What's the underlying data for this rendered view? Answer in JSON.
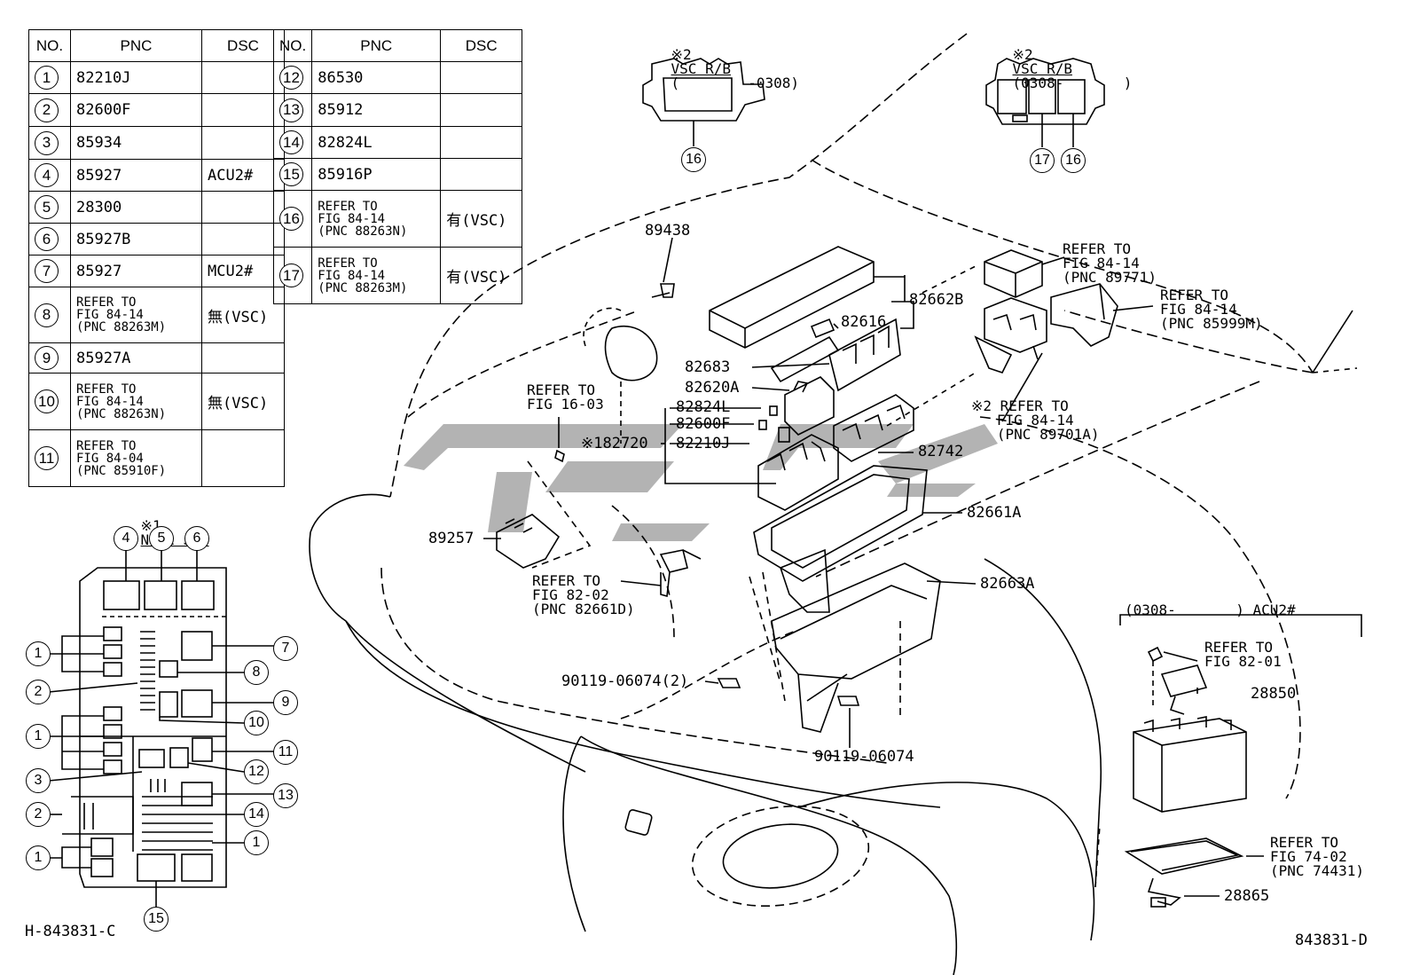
{
  "table_left": {
    "headers": [
      "NO.",
      "PNC",
      "DSC"
    ],
    "rows": [
      {
        "no": "1",
        "pnc": "82210J",
        "dsc": ""
      },
      {
        "no": "2",
        "pnc": "82600F",
        "dsc": ""
      },
      {
        "no": "3",
        "pnc": "85934",
        "dsc": ""
      },
      {
        "no": "4",
        "pnc": "85927",
        "dsc": "ACU2#"
      },
      {
        "no": "5",
        "pnc": "28300",
        "dsc": ""
      },
      {
        "no": "6",
        "pnc": "85927B",
        "dsc": ""
      },
      {
        "no": "7",
        "pnc": "85927",
        "dsc": "MCU2#"
      },
      {
        "no": "8",
        "pnc": "REFER TO\nFIG 84-14\n(PNC 88263M)",
        "dsc": "無(VSC)"
      },
      {
        "no": "9",
        "pnc": "85927A",
        "dsc": ""
      },
      {
        "no": "10",
        "pnc": "REFER TO\nFIG 84-14\n(PNC 88263N)",
        "dsc": "無(VSC)"
      },
      {
        "no": "11",
        "pnc": "REFER TO\nFIG 84-04\n(PNC 85910F)",
        "dsc": ""
      }
    ]
  },
  "table_right": {
    "headers": [
      "NO.",
      "PNC",
      "DSC"
    ],
    "rows": [
      {
        "no": "12",
        "pnc": "86530",
        "dsc": ""
      },
      {
        "no": "13",
        "pnc": "85912",
        "dsc": ""
      },
      {
        "no": "14",
        "pnc": "82824L",
        "dsc": ""
      },
      {
        "no": "15",
        "pnc": "85916P",
        "dsc": ""
      },
      {
        "no": "16",
        "pnc": "REFER TO\nFIG 84-14\n(PNC 88263N)",
        "dsc": "有(VSC)"
      },
      {
        "no": "17",
        "pnc": "REFER TO\nFIG 84-14\n(PNC 88263M)",
        "dsc": "有(VSC)"
      }
    ]
  },
  "jb_title_mark": "※1",
  "jb_title": "NO.2 J/B",
  "vsc1": {
    "mark": "※2",
    "name": "VSC R/B",
    "range": "(        -0308)",
    "callouts": [
      "16"
    ]
  },
  "vsc2": {
    "mark": "※2",
    "name": "VSC R/B",
    "range": "(0308-       )",
    "callouts": [
      "17",
      "16"
    ]
  },
  "jb_callouts": [
    "4",
    "5",
    "6",
    "7",
    "1",
    "8",
    "2",
    "9",
    "10",
    "1",
    "11",
    "3",
    "12",
    "13",
    "2",
    "14",
    "1",
    "1",
    "15"
  ],
  "labels": {
    "l89438": "89438",
    "l82662B": "82662B",
    "l82616": "82616",
    "l82683": "82683",
    "l82620A": "82620A",
    "l82824L": "82824L",
    "l82600F": "82600F",
    "l82210J": "82210J",
    "l82720": "※182720",
    "l82742": "82742",
    "l82661A": "82661A",
    "l82663A": "82663A",
    "l89257": "89257",
    "l90119a": "90119-06074(2)",
    "l90119b": "90119-06074",
    "l28850": "28850",
    "l28865": "28865",
    "ref1603": "REFER TO\nFIG 16-03",
    "ref8202": "REFER TO\nFIG 82-02\n(PNC 82661D)",
    "ref89771": "REFER TO\nFIG 84-14\n(PNC 89771)",
    "ref85999": "REFER TO\nFIG 84-14\n(PNC 85999M)",
    "ref89701": "※2 REFER TO\n   FIG 84-14\n   (PNC 89701A)",
    "ref8201": "REFER TO\nFIG 82-01",
    "ref7402": "REFER TO\nFIG 74-02\n(PNC 74431)",
    "battery_range": "(0308-       ) ACU2#",
    "code_left": "H-843831-C",
    "code_right": "843831-D"
  }
}
